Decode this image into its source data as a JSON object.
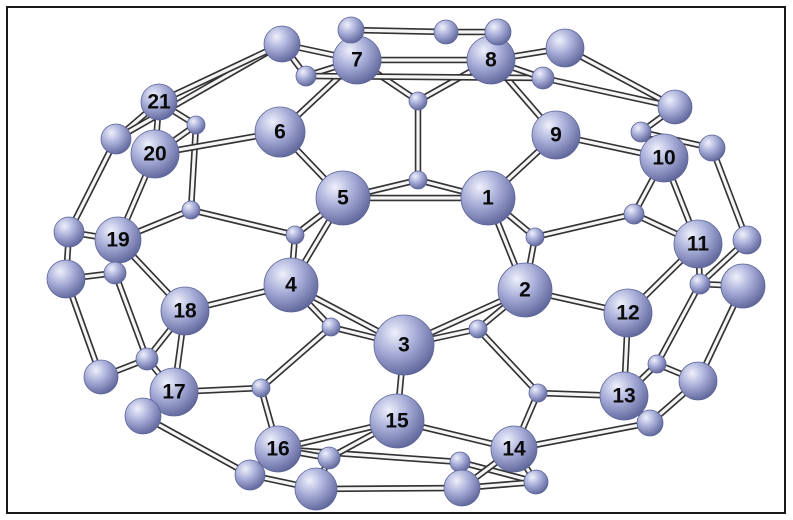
{
  "figure": {
    "colors": {
      "atom_light": "#eef0fb",
      "atom_mid": "#a9afd9",
      "atom_dark": "#5d6499",
      "bond_fill": "#f5f5f5",
      "bond_outline": "#333333",
      "label": "#0a0a0a"
    },
    "atom_labels": [
      "1",
      "2",
      "3",
      "4",
      "5",
      "6",
      "7",
      "8",
      "9",
      "10",
      "11",
      "12",
      "13",
      "14",
      "15",
      "16",
      "17",
      "18",
      "19",
      "20",
      "21"
    ]
  }
}
